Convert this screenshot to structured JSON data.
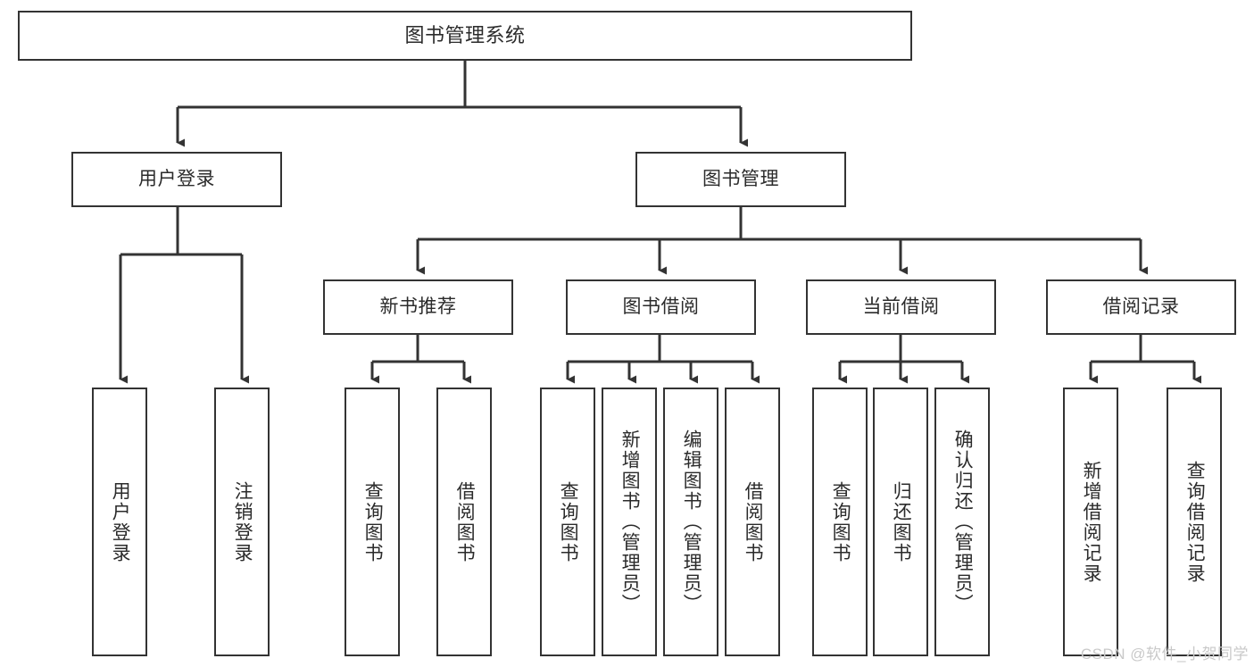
{
  "diagram": {
    "title": "图书管理系统",
    "type": "tree-hierarchy-diagram",
    "colors": {
      "box_border": "#333333",
      "box_fill": "#ffffff",
      "connector": "#333333",
      "text": "#2b2b2b",
      "watermark": "#c9c9c9",
      "background": "#ffffff"
    },
    "root": {
      "label": "图书管理系统"
    },
    "level2": [
      {
        "label": "用户登录"
      },
      {
        "label": "图书管理"
      }
    ],
    "level3": [
      {
        "label": "新书推荐"
      },
      {
        "label": "图书借阅"
      },
      {
        "label": "当前借阅"
      },
      {
        "label": "借阅记录"
      }
    ],
    "leaves": {
      "user_login": [
        {
          "label": "用户登录"
        },
        {
          "label": "注销登录"
        }
      ],
      "new_book_recommend": [
        {
          "label": "查询图书"
        },
        {
          "label": "借阅图书"
        }
      ],
      "book_borrow": [
        {
          "label": "查询图书"
        },
        {
          "label": "新增图书（管理员）"
        },
        {
          "label": "编辑图书（管理员）"
        },
        {
          "label": "借阅图书"
        }
      ],
      "current_borrow": [
        {
          "label": "查询图书"
        },
        {
          "label": "归还图书"
        },
        {
          "label": "确认归还（管理员）"
        }
      ],
      "borrow_record": [
        {
          "label": "新增借阅记录"
        },
        {
          "label": "查询借阅记录"
        }
      ]
    },
    "watermark": "CSDN @软件_小贺同学"
  }
}
